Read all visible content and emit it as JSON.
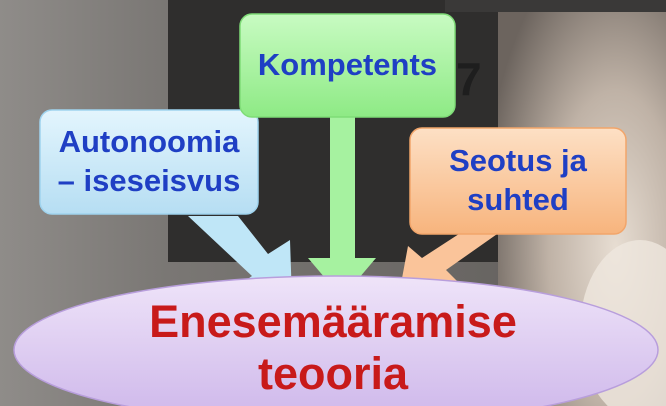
{
  "background": {
    "number_text": "7",
    "colors": {
      "photo_left": "#8f8c89",
      "dark_slide": "#2f2e2d",
      "photo_right": "#d7ccc0"
    }
  },
  "boxes": {
    "autonomy": {
      "text": "Autonoomia\n– iseseisvus",
      "fill": "#c9e9f8",
      "arrow_color": "#bfe6f7"
    },
    "competence": {
      "text": "Kompetents",
      "fill": "#a9f5a1",
      "arrow_color": "#a6f2a0"
    },
    "relatedness": {
      "text": "Seotus ja\nsuhted",
      "fill": "#fbc79c",
      "arrow_color": "#fac49a"
    }
  },
  "theory": {
    "text": "Enesemääramise\nteooria",
    "fill": "#dcc9ef",
    "text_color": "#c81a1a"
  },
  "label_color": "#1f3fc4"
}
